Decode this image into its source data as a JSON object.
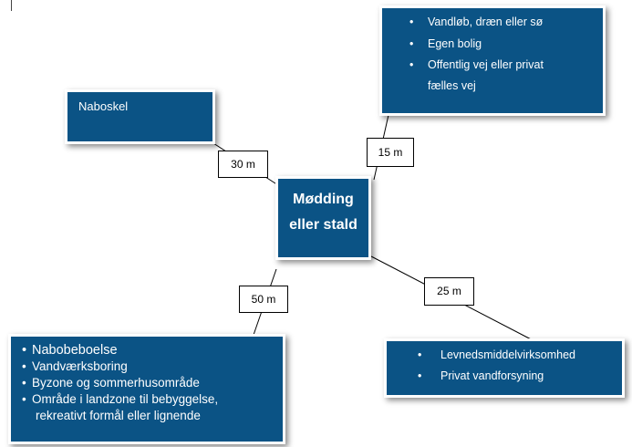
{
  "center": {
    "title": "Mødding eller stald"
  },
  "naboskel": {
    "title": "Naboskel"
  },
  "top_right": {
    "items": [
      "Vandløb, dræn eller sø",
      "Egen bolig",
      "Offentlig vej eller privat",
      "fælles vej"
    ]
  },
  "bottom_left": {
    "items": [
      "Nabobeboelse",
      "Vandværksboring",
      "Byzone og sommerhusområde",
      "Område i landzone til bebyggelse,",
      "rekreativt formål eller lignende"
    ]
  },
  "bottom_right": {
    "items": [
      "Levnedsmiddelvirksomhed",
      "Privat vandforsyning"
    ]
  },
  "distances": {
    "naboskel": "30 m",
    "top_right": "15 m",
    "bottom_right": "25 m",
    "bottom_left": "50 m"
  },
  "colors": {
    "box_fill": "#0b5385",
    "box_text": "#ffffff",
    "connector": "#000000"
  }
}
